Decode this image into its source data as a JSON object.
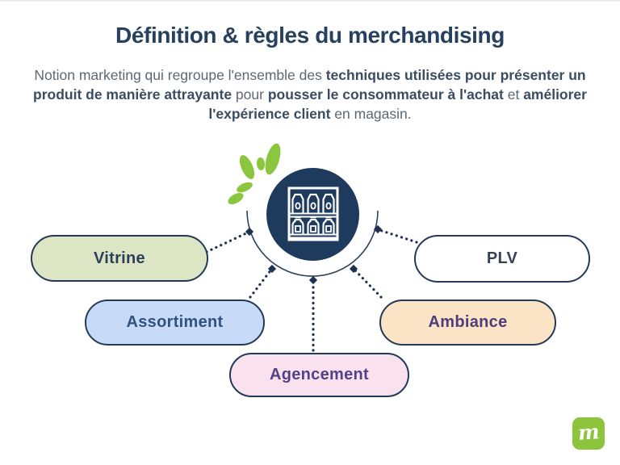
{
  "title": "Définition & règles du merchandising",
  "description": {
    "segments": [
      {
        "text": "Notion marketing qui regroupe l'ensemble des ",
        "bold": false
      },
      {
        "text": "techniques utilisées pour présenter un produit de manière attrayante",
        "bold": true
      },
      {
        "text": " pour ",
        "bold": false
      },
      {
        "text": "pousser le consommateur à l'achat",
        "bold": true
      },
      {
        "text": " et ",
        "bold": false
      },
      {
        "text": "améliorer l'expérience client",
        "bold": true
      },
      {
        "text": " en magasin.",
        "bold": false
      }
    ]
  },
  "center": {
    "icon": "store-shelf-icon",
    "circle_color": "#1e3a5c",
    "icon_color": "#ffffff",
    "splash_color": "#8cc63e"
  },
  "nodes": [
    {
      "id": "vitrine",
      "label": "Vitrine",
      "bg": "#dde6c4",
      "text_color": "#2b4059"
    },
    {
      "id": "plv",
      "label": "PLV",
      "bg": "#ffffff",
      "text_color": "#3a4059"
    },
    {
      "id": "assortiment",
      "label": "Assortiment",
      "bg": "#c7dbf8",
      "text_color": "#31517e"
    },
    {
      "id": "ambiance",
      "label": "Ambiance",
      "bg": "#fbe3c6",
      "text_color": "#4f3c7b"
    },
    {
      "id": "agencement",
      "label": "Agencement",
      "bg": "#f9e2ed",
      "text_color": "#53408a"
    }
  ],
  "connector_color": "#1e3352",
  "pill_border_color": "#233a58",
  "title_color": "#25415f",
  "logo": {
    "letter": "m",
    "bg": "#8cc43c"
  }
}
